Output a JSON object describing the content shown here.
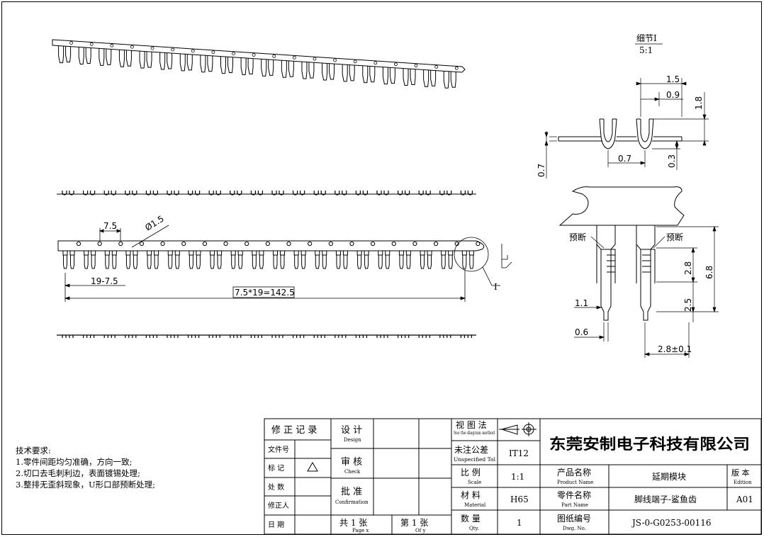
{
  "detail": {
    "title": "细节I",
    "scale": "5:1",
    "label_I": "I",
    "dim_1_5": "1.5",
    "dim_0_9": "0.9",
    "dim_1_8": "1.8",
    "dim_0_7_h": "0.7",
    "dim_0_3": "0.3",
    "dim_0_7_v": "0.7"
  },
  "main_view": {
    "pitch": "7.5",
    "hole": "Ø1.5",
    "offset": "19-7.5",
    "total": "7.5*19=142.5"
  },
  "section": {
    "break_left": "预断",
    "break_right": "预断",
    "dim_2_8": "2.8",
    "dim_6_8": "6.8",
    "dim_2_5": "2.5",
    "dim_1_1": "1.1",
    "dim_0_6": "0.6",
    "dim_2_8_tol": "2.8±0.1"
  },
  "notes": {
    "title": "技术要求:",
    "items": [
      "1.零件间距均匀准确，方向一致;",
      "2.切口去毛刺利边，表面镀锡处理;",
      "3.整排无歪斜现象，U形口部预断处理;"
    ]
  },
  "title_block": {
    "revision_record": "修 正 记 录",
    "file_no": "文件号",
    "mark": "标  记",
    "place": "处  数",
    "reviser": "修正人",
    "date": "日  期",
    "design_cn": "设 计",
    "design_en": "Design",
    "check_cn": "审 核",
    "check_en": "Check",
    "approve_cn": "批 准",
    "approve_en": "Confirmation",
    "total_cn": "共  1  张",
    "total_en": "Page  x",
    "sheet_cn": "第  1  张",
    "sheet_en": "Of  y",
    "view_cn": "视 图 法",
    "view_en": "See the diagram method",
    "tol_cn": "未注公差",
    "tol_en": "Unspecified Tol",
    "tol_val": "IT12",
    "scale_cn": "比  例",
    "scale_en": "Scale",
    "scale_val": "1:1",
    "material_cn": "材  料",
    "material_en": "Material",
    "material_val": "H65",
    "qty_cn": "数  量",
    "qty_en": "Qty.",
    "qty_val": "1",
    "company": "东莞安制电子科技有限公司",
    "product_cn": "产品名称",
    "product_en": "Product Name",
    "product_val": "延期模块",
    "part_cn": "零件名称",
    "part_en": "Part Name",
    "part_val": "脚线端子-鲨鱼齿",
    "dwg_cn": "图纸编号",
    "dwg_en": "Dwg. No.",
    "dwg_val": "JS-0-G0253-00116",
    "edition_cn": "版  本",
    "edition_en": "Edition",
    "edition_val": "A01"
  }
}
